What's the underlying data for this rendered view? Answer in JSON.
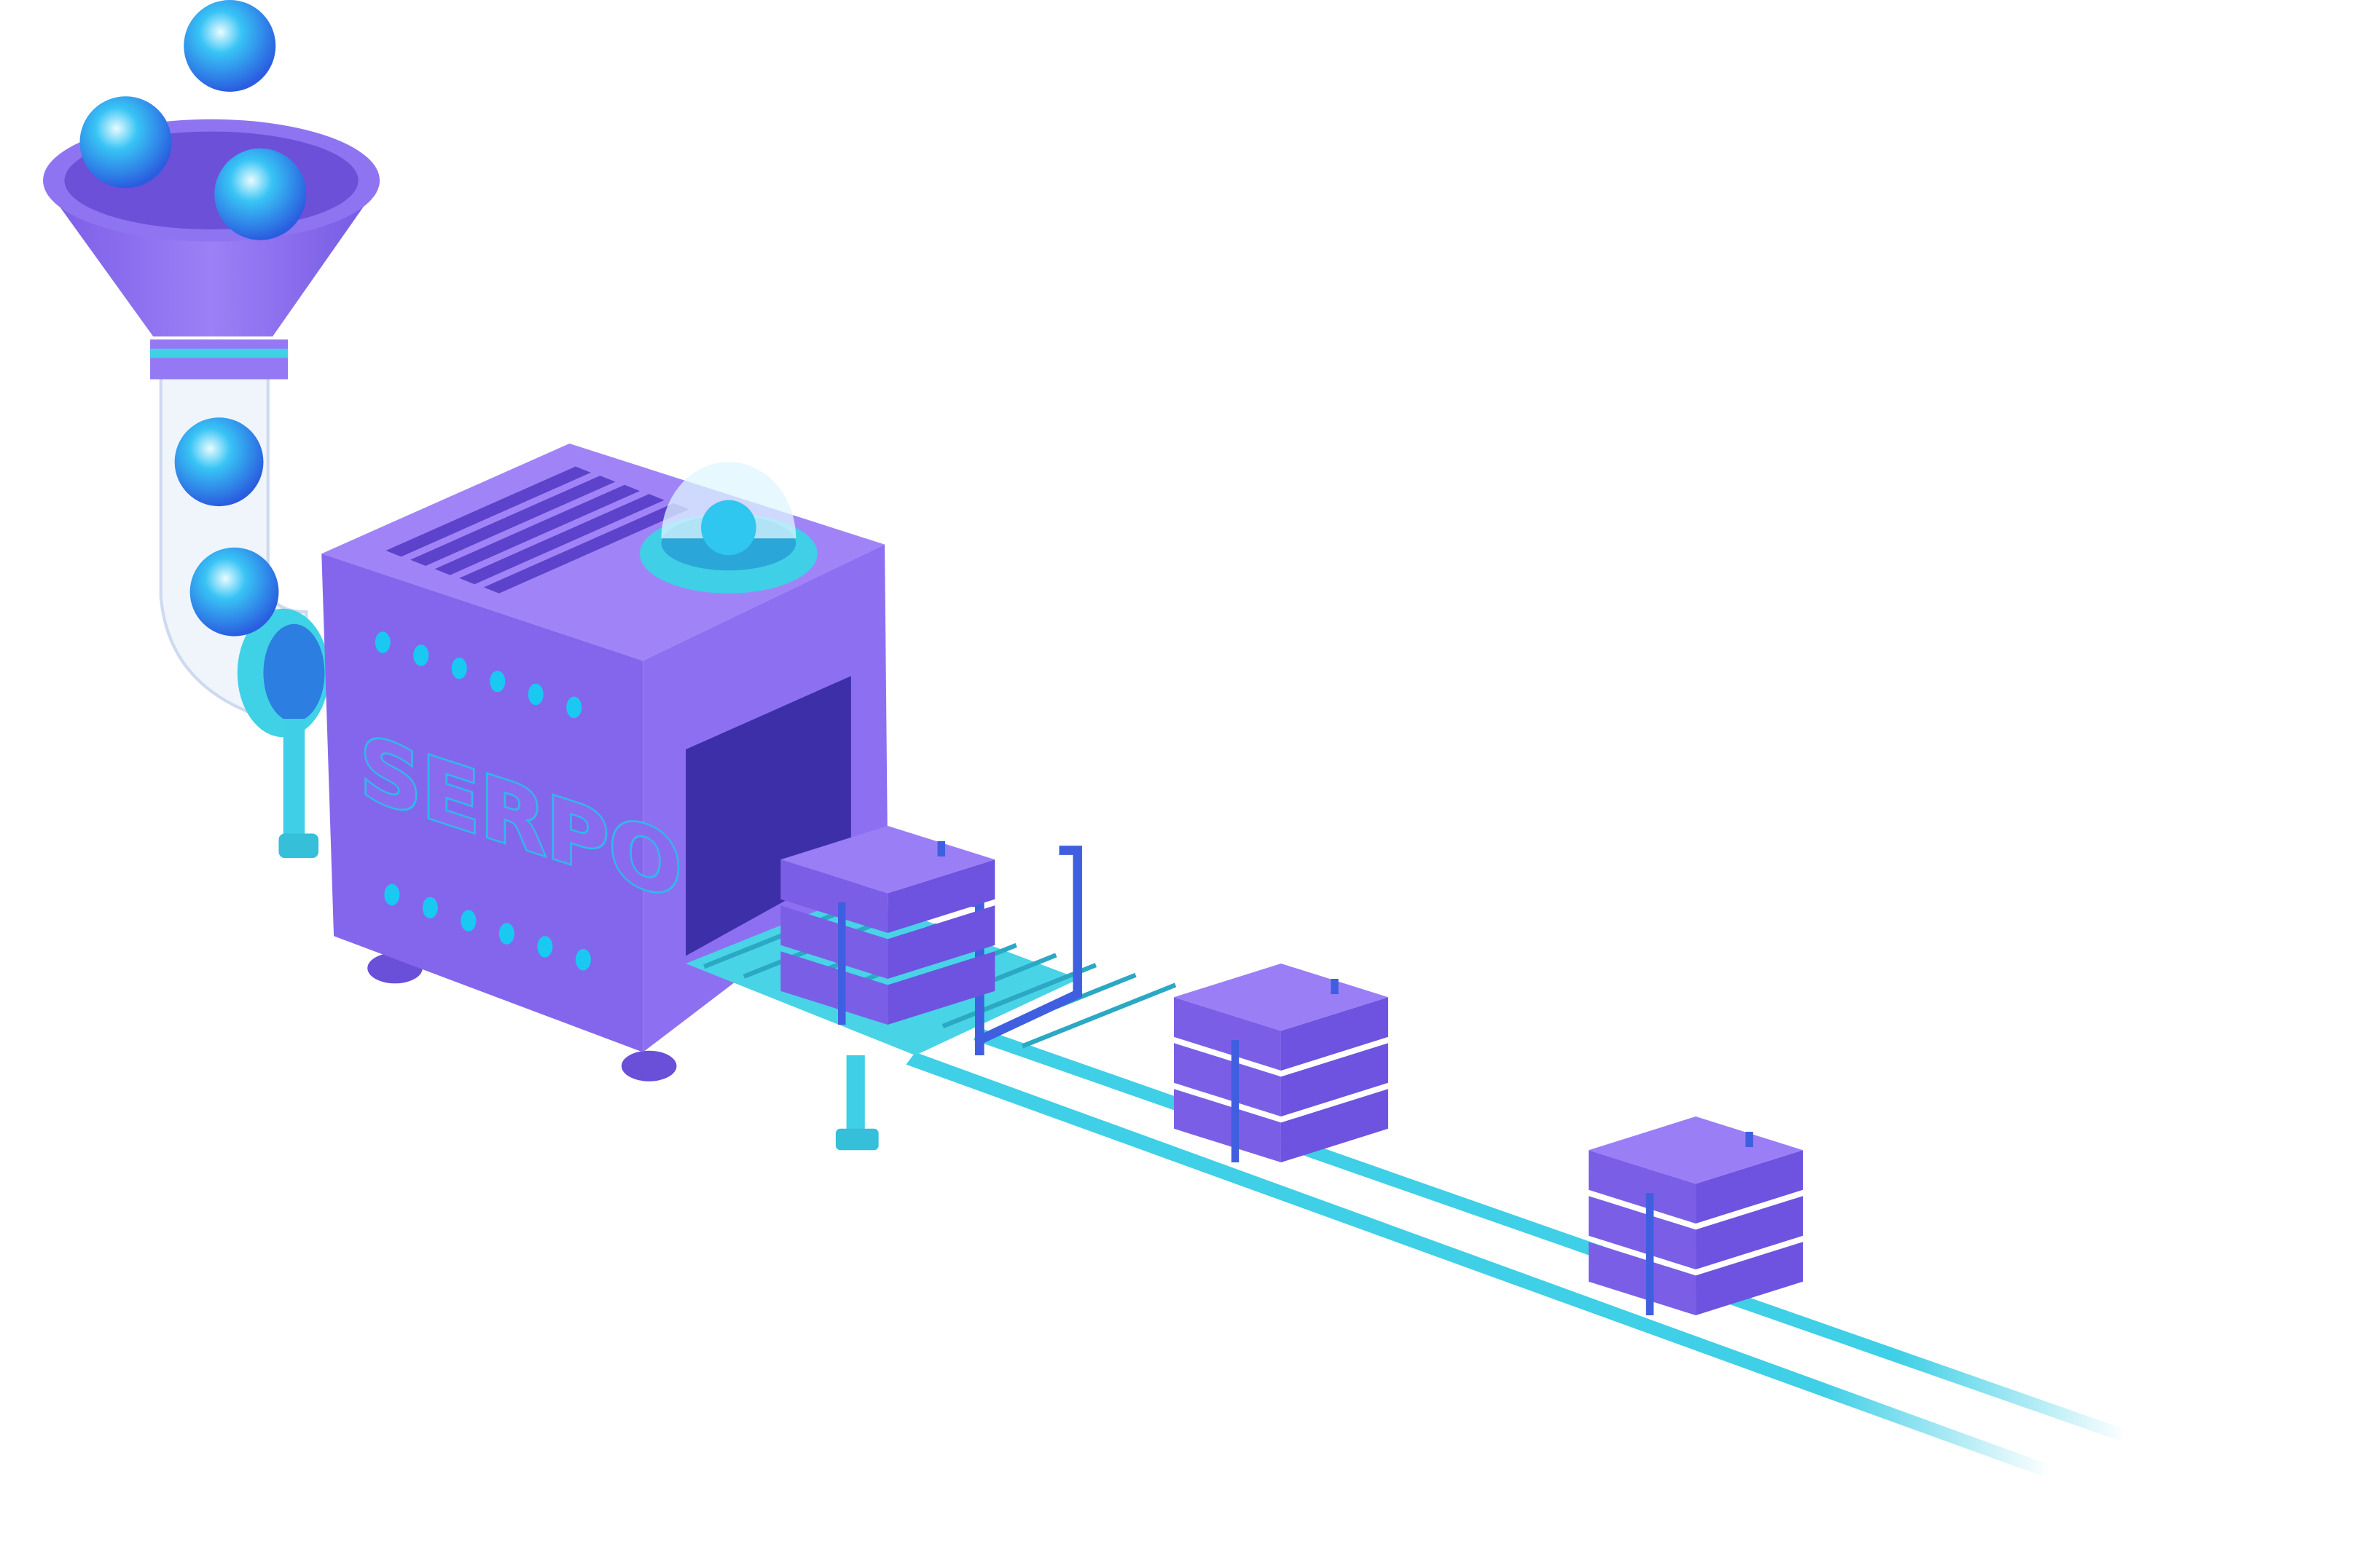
{
  "illustration": {
    "logo_text": "SERPO",
    "colors": {
      "machine_top": "#9b7ff5",
      "machine_front": "#8466ec",
      "machine_side": "#7155e0",
      "accent_teal": "#3dd6e8",
      "light_dots": "#19c9f2",
      "box_top": "#9a7ef6",
      "box_side": "#6d53df",
      "rail": "#42cfe6"
    },
    "stacked_boxes": 3,
    "layers_per_box": 3
  }
}
